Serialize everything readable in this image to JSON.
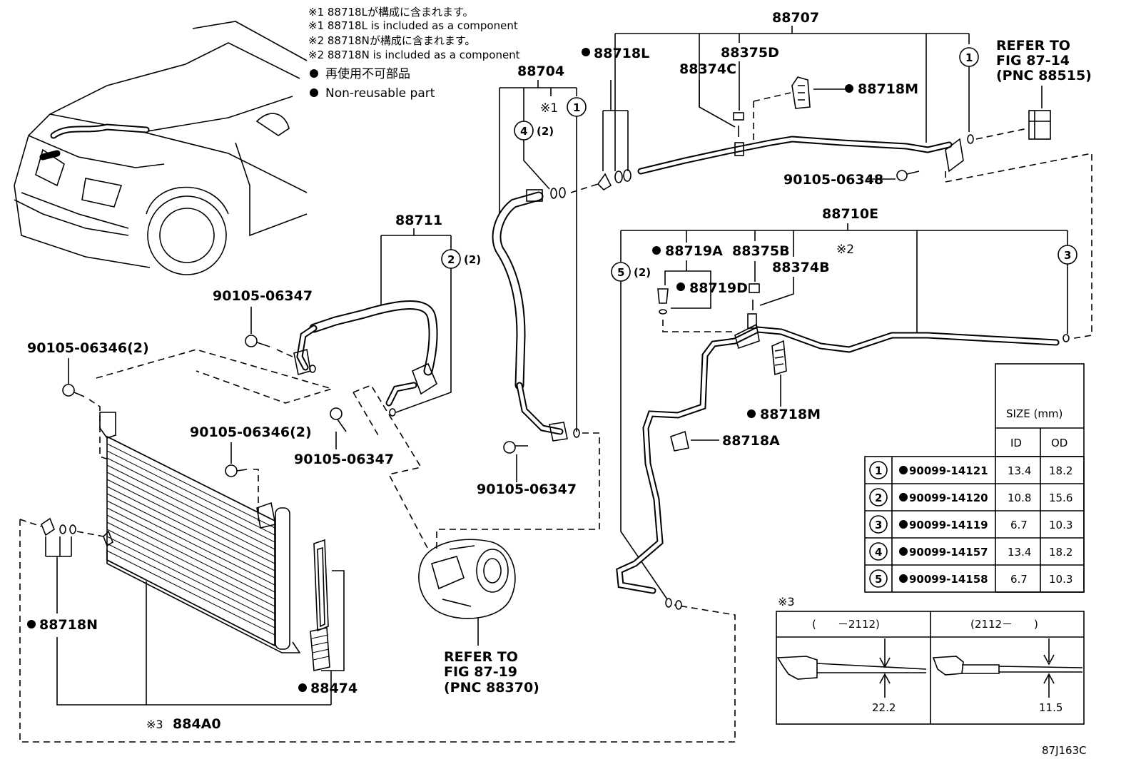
{
  "notes": {
    "n1_ja": "※1 88718Lが構成に含まれます。",
    "n1_en": "※1 88718L is included as a component",
    "n2_ja": "※2 88718Nが構成に含まれます。",
    "n2_en": "※2 88718N is included as a component",
    "legend_ja": "再使用不可部品",
    "legend_en": "Non-reusable part"
  },
  "labels": {
    "p88707": "88707",
    "p88718L": "88718L",
    "p88375D": "88375D",
    "p88374C": "88374C",
    "p88718M_top": "88718M",
    "refer_top_1": "REFER TO",
    "refer_top_2": "FIG 87-14",
    "refer_top_3": "(PNC 88515)",
    "p88704": "88704",
    "mark1": "※1",
    "qty2": "(2)",
    "p90105_06348": "90105-06348",
    "p88710E": "88710E",
    "mark2": "※2",
    "p88711": "88711",
    "p88719A": "88719A",
    "p88375B": "88375B",
    "p88374B": "88374B",
    "p88719D": "88719D",
    "p90105_06347_a": "90105-06347",
    "p90105_06346_a": "90105-06346(2)",
    "p90105_06347_b": "90105-06347",
    "p90105_06346_b": "90105-06346(2)",
    "p90105_06347_c": "90105-06347",
    "p88718M_mid": "88718M",
    "p88718A": "88718A",
    "p88718N": "88718N",
    "p88474": "88474",
    "mark3": "※3",
    "p884A0": "884A0",
    "refer_bot_1": "REFER TO",
    "refer_bot_2": "FIG 87-19",
    "refer_bot_3": "(PNC 88370)",
    "fig_code": "87J163C"
  },
  "circles": {
    "c1": "1",
    "c2": "2",
    "c3": "3",
    "c4": "4",
    "c5": "5"
  },
  "size_table": {
    "title": "SIZE (mm)",
    "col_id": "ID",
    "col_od": "OD",
    "rows": [
      {
        "n": "1",
        "part": "90099-14121",
        "id": "13.4",
        "od": "18.2"
      },
      {
        "n": "2",
        "part": "90099-14120",
        "id": "10.8",
        "od": "15.6"
      },
      {
        "n": "3",
        "part": "90099-14119",
        "id": "6.7",
        "od": "10.3"
      },
      {
        "n": "4",
        "part": "90099-14157",
        "id": "13.4",
        "od": "18.2"
      },
      {
        "n": "5",
        "part": "90099-14158",
        "id": "6.7",
        "od": "10.3"
      }
    ]
  },
  "inset": {
    "mark": "※3",
    "left_head": "(　　－2112)",
    "right_head": "(2112－　　)",
    "left_dim": "22.2",
    "right_dim": "11.5"
  }
}
